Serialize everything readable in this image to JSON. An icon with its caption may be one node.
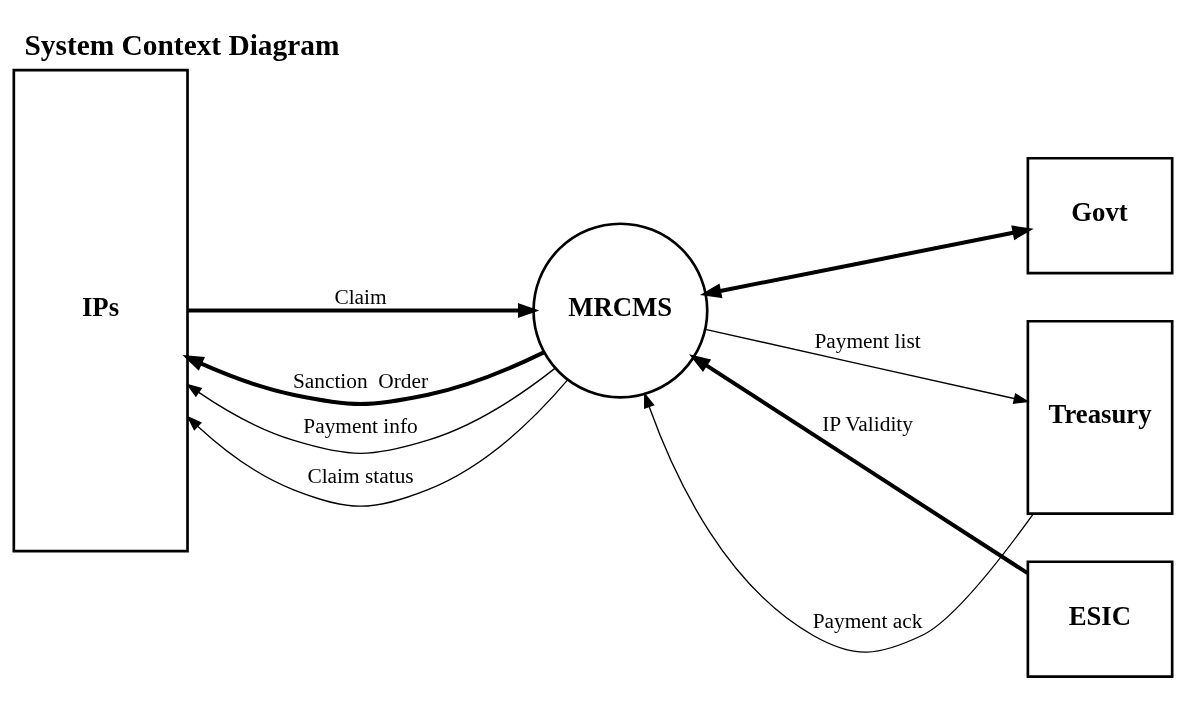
{
  "diagram": {
    "title": "System Context Diagram",
    "nodes": [
      {
        "text": [
          "IPs"
        ]
      },
      {
        "text": [
          "MRCMS"
        ]
      },
      {
        "text": [
          "ESIC"
        ]
      },
      {
        "text": [
          "Govt"
        ]
      },
      {
        "text": [
          "Treasury"
        ]
      }
    ],
    "edges": [
      {
        "from": 1,
        "to": 0,
        "arrow": "to",
        "label": "Sanction  Order",
        "style": "thick"
      },
      {
        "from": 1,
        "to": 0,
        "arrow": "to",
        "label": "Payment info"
      },
      {
        "from": 1,
        "to": 0,
        "arrow": "to",
        "label": "Claim status"
      },
      {
        "from": 0,
        "to": 1,
        "arrow": "to",
        "label": "Claim",
        "style": "thick"
      },
      {
        "from": 2,
        "to": 1,
        "arrow": "to",
        "label": "IP Validity",
        "style": "thick"
      },
      {
        "from": 1,
        "to": 3,
        "arrow": "both",
        "style": "thick"
      },
      {
        "from": 4,
        "to": 1,
        "arrow": "to",
        "label": "Payment ack"
      },
      {
        "from": 1,
        "to": 4,
        "arrow": "to",
        "label": "Payment list"
      }
    ]
  }
}
